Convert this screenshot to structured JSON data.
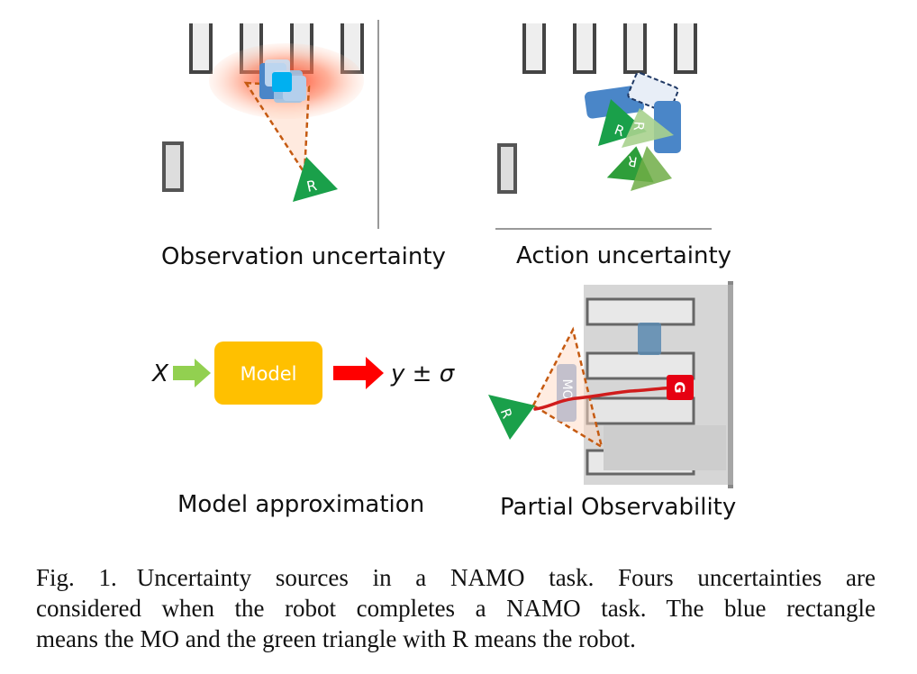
{
  "panels": {
    "observation": {
      "caption": "Observation uncertainty",
      "robot_label": "R"
    },
    "action": {
      "caption": "Action uncertainty",
      "robot_labels": [
        "R",
        "R",
        "R"
      ]
    },
    "model": {
      "caption": "Model approximation",
      "input": "X",
      "box_label": "Model",
      "output": "y ± σ"
    },
    "partial": {
      "caption": "Partial Observability",
      "robot_label": "R",
      "mo_label": "MO",
      "goal_label": "G"
    }
  },
  "figure_caption": {
    "label": "Fig. 1.",
    "line1": "Uncertainty sources in a NAMO task. Fours uncertainties are",
    "line2": "considered when the robot completes a NAMO task. The blue rectangle",
    "line3": "means the MO and the green triangle with R means the robot."
  },
  "colors": {
    "robot_green": "#1aa04a",
    "mo_blue": "#4a86c8",
    "model_orange": "#ffc000",
    "arrow_green": "#92d050",
    "arrow_red": "#ff0000",
    "goal_red": "#e60012",
    "fov_orange": "#c55a11"
  }
}
